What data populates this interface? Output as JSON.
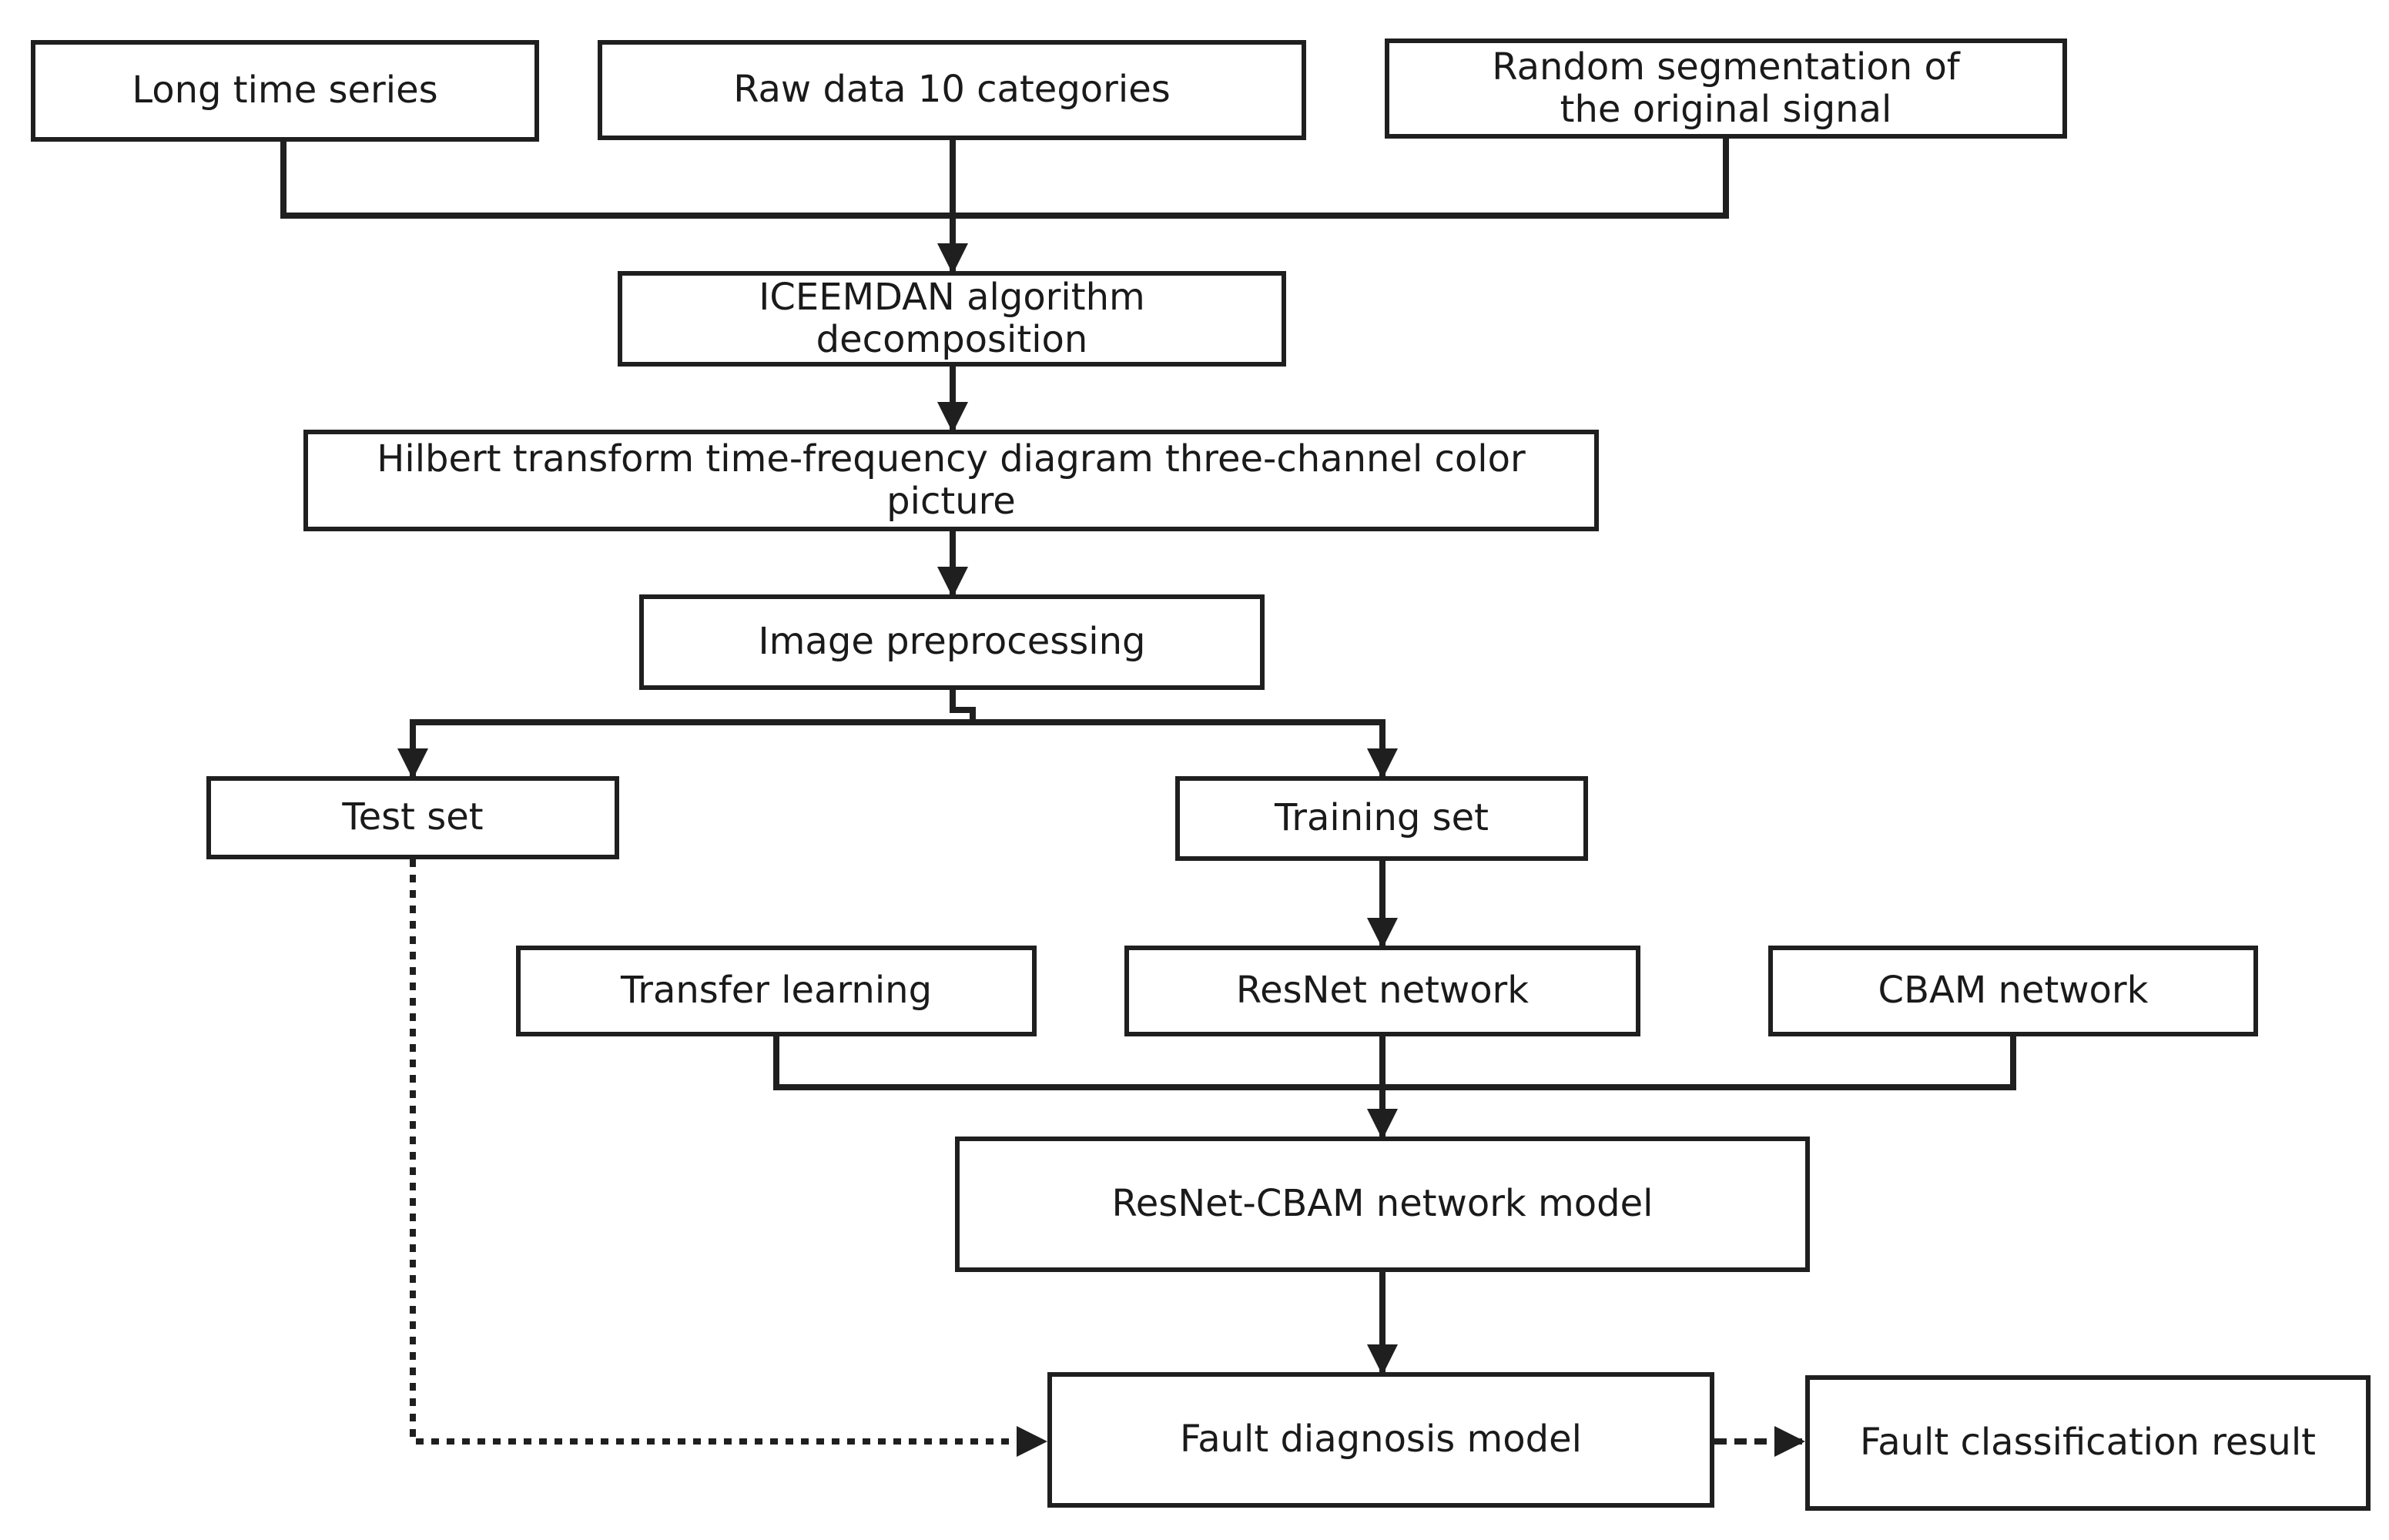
{
  "colors": {
    "stroke": "#1f1f1f",
    "text": "#1a1a1a",
    "background": "#ffffff"
  },
  "nodes": {
    "long_time_series": "Long time series",
    "raw_data": "Raw data 10 categories",
    "random_segmentation": "Random segmentation of the original signal",
    "iceemdan": "ICEEMDAN algorithm decomposition",
    "hilbert": "Hilbert transform time-frequency diagram three-channel color picture",
    "image_preprocessing": "Image preprocessing",
    "test_set": "Test set",
    "training_set": "Training set",
    "transfer_learning": "Transfer learning",
    "resnet_network": "ResNet network",
    "cbam_network": "CBAM network",
    "resnet_cbam_model": "ResNet-CBAM network model",
    "fault_diagnosis_model": "Fault diagnosis model",
    "fault_classification_result": "Fault classification result"
  }
}
